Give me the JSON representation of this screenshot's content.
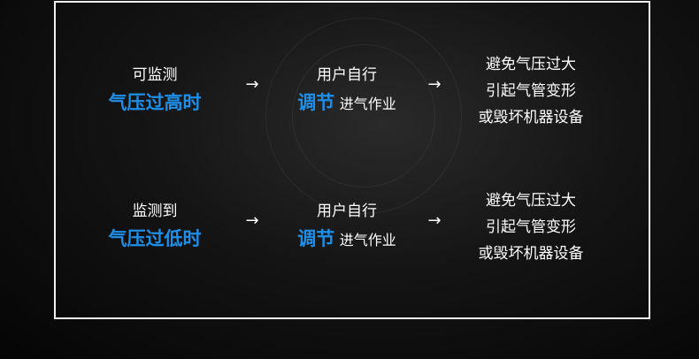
{
  "accent": "#1e8fe8",
  "rows": [
    {
      "condition_top": "可监测",
      "condition_highlight": "气压过高时",
      "action_top": "用户自行",
      "action_highlight": "调节",
      "action_rest": "进气作业",
      "arrow": "→",
      "result": [
        "避免气压过大",
        "引起气管变形",
        "或毁坏机器设备"
      ]
    },
    {
      "condition_top": "监测到",
      "condition_highlight": "气压过低时",
      "action_top": "用户自行",
      "action_highlight": "调节",
      "action_rest": "进气作业",
      "arrow": "→",
      "result": [
        "避免气压过大",
        "引起气管变形",
        "或毁坏机器设备"
      ]
    }
  ]
}
